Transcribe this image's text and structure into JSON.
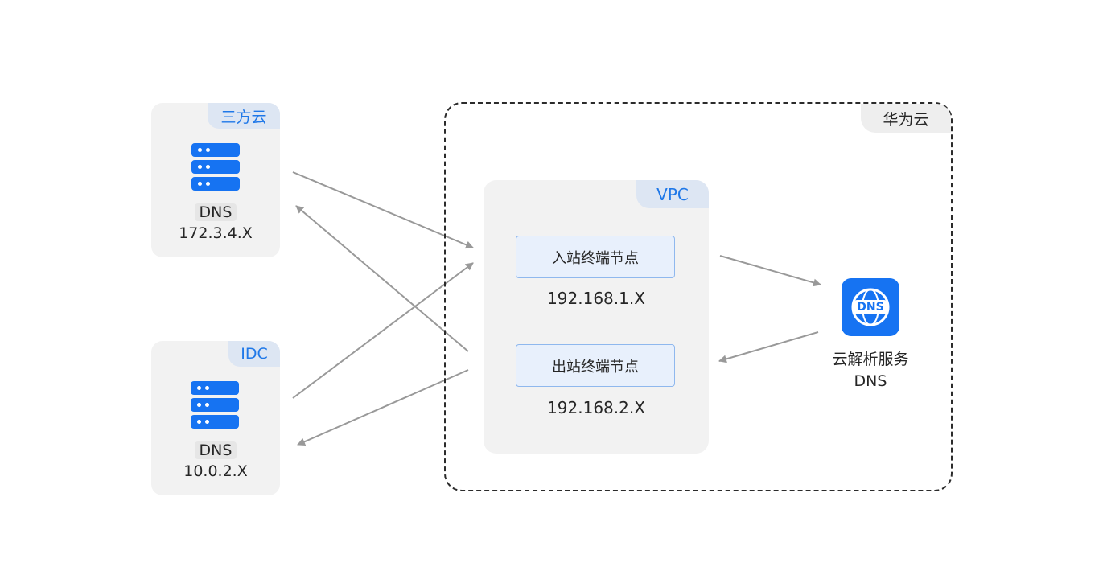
{
  "third_party_cloud": {
    "tag": "三方云",
    "title": "DNS",
    "ip": "172.3.4.X",
    "icon": "server-icon"
  },
  "idc": {
    "tag": "IDC",
    "title": "DNS",
    "ip": "10.0.2.X",
    "icon": "server-icon"
  },
  "huawei_cloud": {
    "tag": "华为云"
  },
  "vpc": {
    "tag": "VPC",
    "inbound": {
      "label": "入站终端节点",
      "ip": "192.168.1.X"
    },
    "outbound": {
      "label": "出站终端节点",
      "ip": "192.168.2.X"
    }
  },
  "cloud_dns": {
    "icon_text": "DNS",
    "label": "云解析服务",
    "sublabel": "DNS",
    "icon": "globe-icon"
  },
  "colors": {
    "accent": "#1673f2",
    "tag_text": "#1f78e8",
    "panel": "#f2f2f2",
    "arrow": "#999999"
  }
}
